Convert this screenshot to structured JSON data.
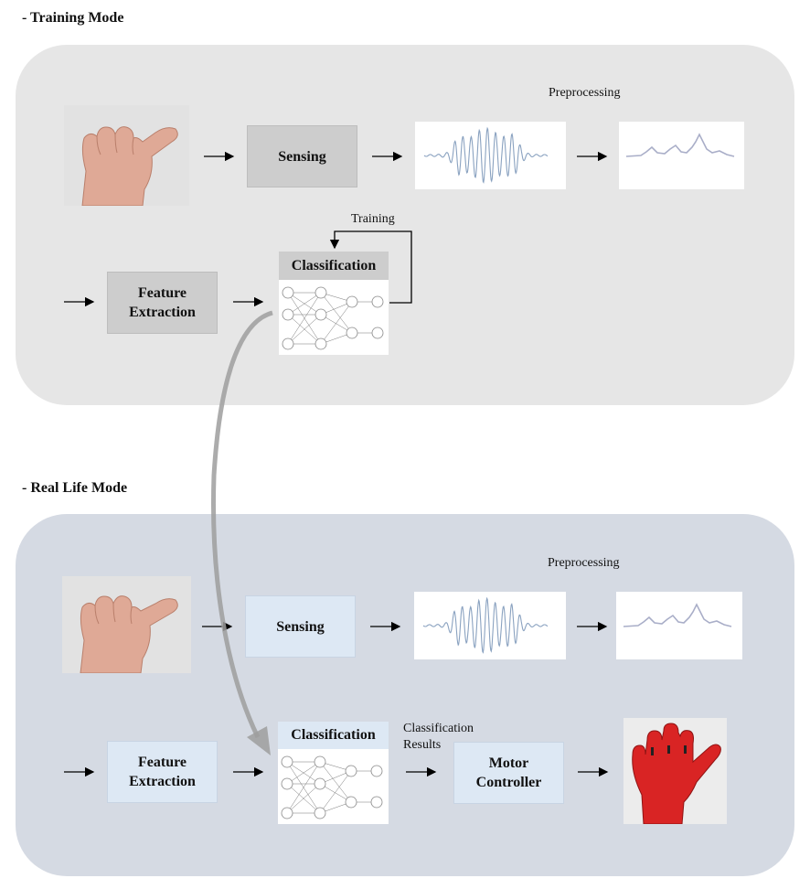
{
  "training": {
    "title": "- Training Mode",
    "sensing": "Sensing",
    "preprocessing": "Preprocessing",
    "feature_line1": "Feature",
    "feature_line2": "Extraction",
    "classification": "Classification",
    "training_label": "Training"
  },
  "real_life": {
    "title": "- Real Life Mode",
    "sensing": "Sensing",
    "preprocessing": "Preprocessing",
    "feature_line1": "Feature",
    "feature_line2": "Extraction",
    "classification": "Classification",
    "results_line1": "Classification",
    "results_line2": "Results",
    "motor_line1": "Motor",
    "motor_line2": "Controller"
  },
  "colors": {
    "training_panel": "#e6e6e6",
    "real_panel": "#d5dae3",
    "gray_box": "#cdcdcd",
    "blue_box": "#dde8f4",
    "signal": "#8aa2c0",
    "prosthetic": "#d92424"
  },
  "icons": [
    "hand-photo",
    "raw-signal-waveform",
    "preprocessed-signal",
    "neural-network",
    "prosthetic-hand-photo"
  ]
}
